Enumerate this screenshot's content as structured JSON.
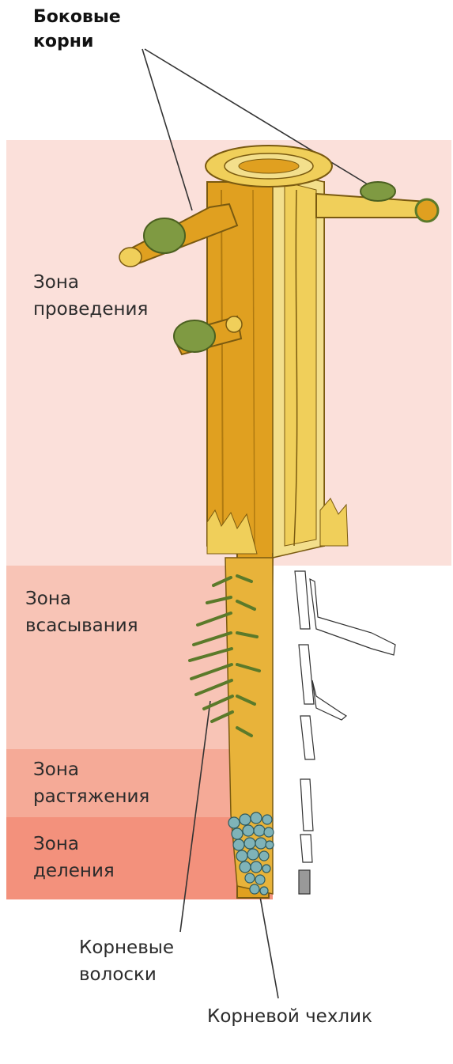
{
  "labels": {
    "lateral_roots": [
      "Боковые",
      "корни"
    ],
    "conduction_zone": [
      "Зона",
      "проведения"
    ],
    "absorption_zone": [
      "Зона",
      "всасывания"
    ],
    "elongation_zone": [
      "Зона",
      "растяжения"
    ],
    "division_zone": [
      "Зона",
      "деления"
    ],
    "root_hairs": [
      "Корневые",
      "волоски"
    ],
    "root_cap": "Корневой чехлик"
  },
  "colors": {
    "conduction_bg": "#fbe0da",
    "absorption_bg": "#f8c4b6",
    "elongation_bg": "#f5aa97",
    "division_bg": "#f3917c",
    "root_main": "#e0a020",
    "root_light": "#f0cf5a",
    "root_pale": "#f3df8c",
    "hair_green": "#6e8a3a",
    "cap_cells": "#7fb3b8"
  }
}
